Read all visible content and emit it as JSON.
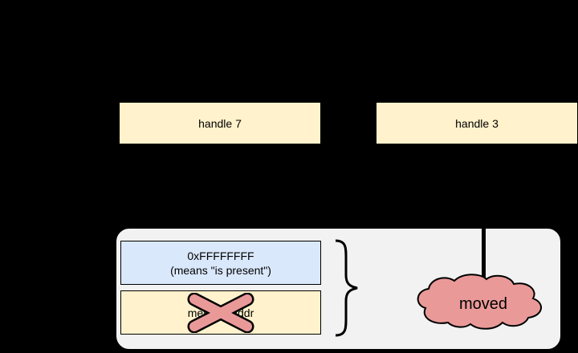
{
  "diagram": {
    "handles": [
      {
        "label": "handle 7"
      },
      {
        "label": "handle 3"
      }
    ],
    "panel": {
      "present_line1": "0xFFFFFFFF",
      "present_line2": "(means \"is present\")",
      "addr_label": "memory addr",
      "cloud_label": "moved"
    },
    "colors": {
      "background": "#000000",
      "handle_fill": "#FFF2CC",
      "present_fill": "#DAE8FC",
      "addr_fill": "#FFF2CC",
      "panel_fill": "#F2F2F2",
      "cloud_fill": "#EA9999",
      "cross_fill": "#EA9999"
    }
  }
}
